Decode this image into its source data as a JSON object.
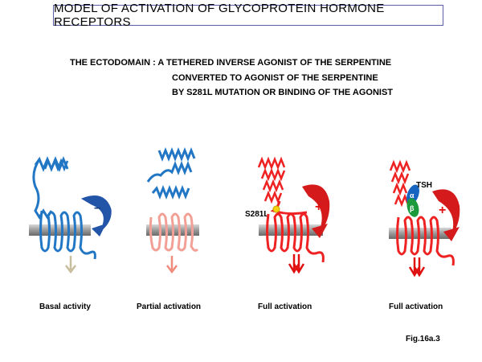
{
  "title": "MODEL  OF  ACTIVATION  OF  GLYCOPROTEIN  HORMONE  RECEPTORS",
  "subtitle": {
    "line1": "THE ECTODOMAIN : A TETHERED INVERSE AGONIST OF THE SERPENTINE",
    "line2": "CONVERTED TO AGONIST OF THE SERPENTINE",
    "line3": "BY S281L MUTATION OR BINDING OF THE AGONIST"
  },
  "panels": [
    {
      "caption": "Basal activity",
      "sign": "–",
      "receptor_color": "#2277c4"
    },
    {
      "caption": "Partial activation",
      "receptor_color": "#2277c4"
    },
    {
      "caption": "Full activation",
      "sign": "+",
      "mutation_label": "S281L",
      "receptor_color": "#ee2222"
    },
    {
      "caption": "Full activation",
      "sign": "+",
      "ligand_label": "TSH",
      "ligand_subunits": [
        "α",
        "β"
      ],
      "receptor_color": "#ee2222"
    }
  ],
  "colors": {
    "blue": "#2277c4",
    "red": "#ee2222",
    "pink": "#f2a096",
    "membrane": "#8f8f8f",
    "basal_arrow": "#c8bd9c",
    "partial_arrow": "#f08c7c",
    "active_arrow": "#e01010",
    "tsh_alpha": "#1565c0",
    "tsh_beta": "#1a9a3a",
    "mutation_dot": "#f4d40c"
  },
  "figure_label": "Fig.16a.3"
}
